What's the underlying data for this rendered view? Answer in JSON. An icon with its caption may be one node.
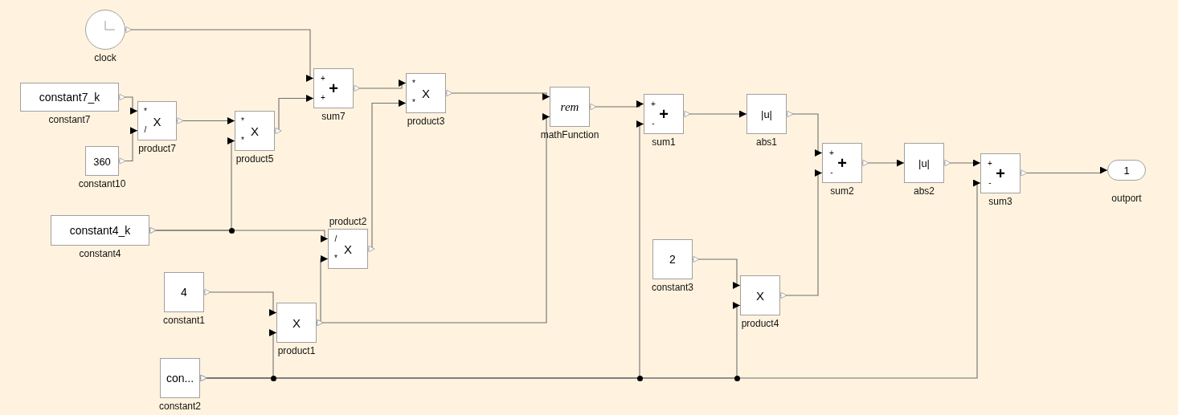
{
  "diagram": {
    "nodes": [
      {
        "text": [],
        "shape": "circle",
        "beside": [
          "clock"
        ]
      },
      {
        "text": [
          "constant7_k"
        ],
        "beside": [
          "constant7"
        ]
      },
      {
        "text": [
          "360"
        ],
        "beside": [
          "constant10"
        ]
      },
      {
        "text": [
          "*",
          "X",
          "/"
        ],
        "beside": [
          "product7"
        ]
      },
      {
        "text": [
          "*",
          "X",
          "*"
        ],
        "beside": [
          "product5"
        ]
      },
      {
        "text": [
          "+",
          "+",
          "+"
        ],
        "beside": [
          "sum7"
        ]
      },
      {
        "text": [
          "constant4_k"
        ],
        "beside": [
          "constant4"
        ]
      },
      {
        "text": [
          "/",
          "X",
          "*"
        ],
        "beside": [
          "product2"
        ]
      },
      {
        "text": [
          "*",
          "X",
          "*"
        ],
        "beside": [
          "product3"
        ]
      },
      {
        "text": [
          "4"
        ],
        "beside": [
          "constant1"
        ]
      },
      {
        "text": [
          "X"
        ],
        "beside": [
          "product1"
        ]
      },
      {
        "text": [
          "con..."
        ],
        "beside": [
          "constant2"
        ]
      },
      {
        "text": [
          "rem"
        ],
        "beside": [
          "mathFunction"
        ]
      },
      {
        "text": [
          "+",
          "+",
          "-"
        ],
        "beside": [
          "sum1"
        ]
      },
      {
        "text": [
          "|u|"
        ],
        "beside": [
          "abs1"
        ]
      },
      {
        "text": [
          "2"
        ],
        "beside": [
          "constant3"
        ]
      },
      {
        "text": [
          "X"
        ],
        "beside": [
          "product4"
        ]
      },
      {
        "text": [
          "+",
          "+",
          "-"
        ],
        "beside": [
          "sum2"
        ]
      },
      {
        "text": [
          "|u|"
        ],
        "beside": [
          "abs2"
        ]
      },
      {
        "text": [
          "+",
          "+",
          "-"
        ],
        "beside": [
          "sum3"
        ]
      },
      {
        "text": [
          "1"
        ],
        "beside": [
          "outport"
        ]
      }
    ],
    "edges": [
      {
        "from": 0,
        "to": 5,
        "arrow": "to"
      },
      {
        "from": 1,
        "to": 3,
        "arrow": "to"
      },
      {
        "from": 2,
        "to": 3,
        "arrow": "to"
      },
      {
        "from": 3,
        "to": 4,
        "arrow": "to"
      },
      {
        "from": 4,
        "to": 5,
        "arrow": "to"
      },
      {
        "from": 6,
        "to": 4,
        "arrow": "to"
      },
      {
        "from": 6,
        "to": 7,
        "arrow": "to"
      },
      {
        "from": 5,
        "to": 8,
        "arrow": "to"
      },
      {
        "from": 7,
        "to": 8,
        "arrow": "to"
      },
      {
        "from": 9,
        "to": 10,
        "arrow": "to"
      },
      {
        "from": 11,
        "to": 10,
        "arrow": "to"
      },
      {
        "from": 10,
        "to": 7,
        "arrow": "to"
      },
      {
        "from": 10,
        "to": 12,
        "arrow": "to"
      },
      {
        "from": 8,
        "to": 12,
        "arrow": "to"
      },
      {
        "from": 12,
        "to": 13,
        "arrow": "to"
      },
      {
        "from": 11,
        "to": 13,
        "arrow": "to"
      },
      {
        "from": 13,
        "to": 14,
        "arrow": "to"
      },
      {
        "from": 14,
        "to": 17,
        "arrow": "to"
      },
      {
        "from": 16,
        "to": 17,
        "arrow": "to"
      },
      {
        "from": 15,
        "to": 16,
        "arrow": "to"
      },
      {
        "from": 11,
        "to": 16,
        "arrow": "to"
      },
      {
        "from": 17,
        "to": 18,
        "arrow": "to"
      },
      {
        "from": 18,
        "to": 19,
        "arrow": "to"
      },
      {
        "from": 11,
        "to": 19,
        "arrow": "to"
      },
      {
        "from": 19,
        "to": 20,
        "arrow": "to"
      }
    ]
  }
}
